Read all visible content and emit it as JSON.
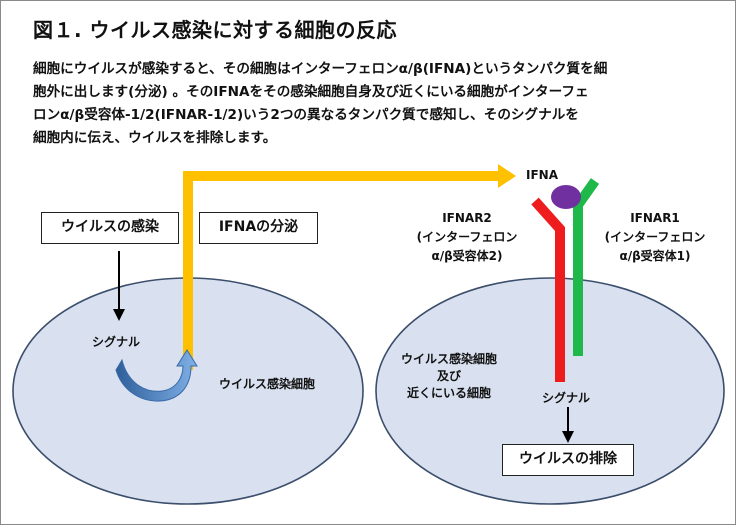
{
  "title": "図１. ウイルス感染に対する細胞の反応",
  "description": [
    "細胞にウイルスが感染すると、その細胞はインターフェロンα/β(IFNA)というタンパク質を細",
    "胞外に出します(分泌) 。そのIFNAをその感染細胞自身及び近くにいる細胞がインターフェ",
    "ロンα/β受容体-1/2(IFNAR-1/2)いう2つの異なるタンパク質で感知し、そのシグナルを",
    "細胞内に伝え、ウイルスを排除します。"
  ],
  "left_cell": {
    "infection_box": "ウイルスの感染",
    "signal_label": "シグナル",
    "cell_label": "ウイルス感染細胞"
  },
  "secretion_box": "IFNAの分泌",
  "ifna_label": "IFNA",
  "receptor2": {
    "name": "IFNAR2",
    "line2": "(インターフェロン",
    "line3": "α/β受容体2)"
  },
  "receptor1": {
    "name": "IFNAR1",
    "line2": "(インターフェロン",
    "line3": "α/β受容体1)"
  },
  "right_cell": {
    "line1": "ウイルス感染細胞",
    "line2": "及び",
    "line3": "近くにいる細胞",
    "signal_label": "シグナル",
    "exclusion_box": "ウイルスの排除"
  },
  "colors": {
    "cell_fill": "#d9e1f0",
    "cell_stroke": "#3b4e6b",
    "secretion_arrow": "#ffc000",
    "receptor2": "#ee1c1c",
    "receptor1": "#1fb84a",
    "ifna_molecule": "#7030a0",
    "curved_arrow": "#5b8fce"
  }
}
